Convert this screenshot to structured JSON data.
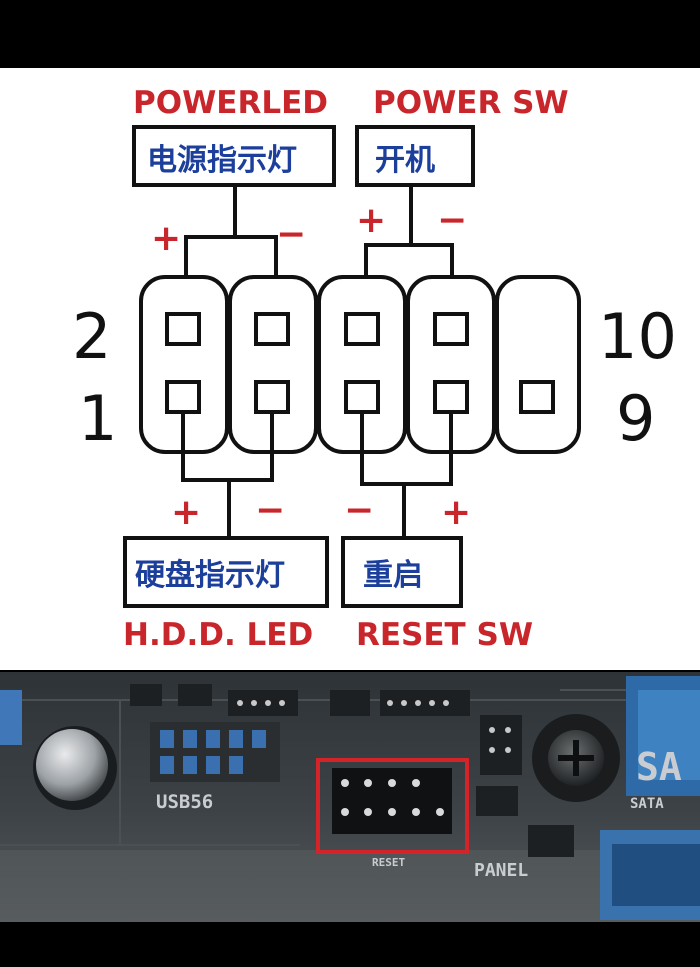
{
  "labels": {
    "power_led_en": "POWERLED",
    "power_led_cn": "电源指示灯",
    "power_sw_en": "POWER SW",
    "power_sw_cn": "开机",
    "hdd_led_en": "H.D.D. LED",
    "hdd_led_cn": "硬盘指示灯",
    "reset_sw_en": "RESET SW",
    "reset_sw_cn": "重启"
  },
  "signs": {
    "plus": "+",
    "minus": "−"
  },
  "pin_numbers": {
    "top_left": "2",
    "bottom_left": "1",
    "top_right": "10",
    "bottom_right": "9"
  },
  "photo": {
    "usb_label": "USB56",
    "panel_label": "PANEL",
    "sata_label": "SA",
    "sata_small": "SATA",
    "reset_label": "RESET"
  },
  "colors": {
    "label_red": "#c8262b",
    "label_blue": "#1c3f9c",
    "highlight_box": "#d4242a"
  }
}
